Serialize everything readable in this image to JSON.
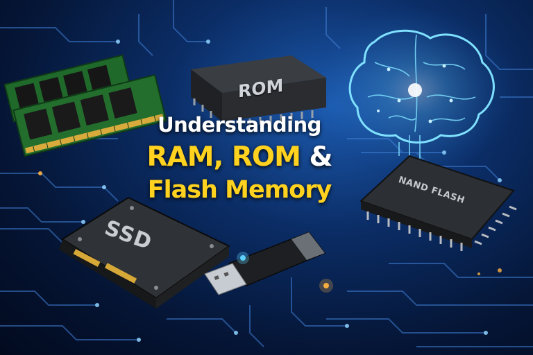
{
  "title": {
    "line1": "Understanding",
    "line2_main": "RAM, ROM ",
    "line2_amp": "&",
    "line3": "Flash Memory"
  },
  "labels": {
    "rom": "ROM",
    "ssd": "SSD",
    "nand": "NAND FLASH"
  },
  "colors": {
    "title_accent": "#ffd21f",
    "background": "#0b2d66",
    "glow": "#5ec8ff",
    "pcb_green": "#1f6a2a"
  },
  "icons": [
    "ram-module-icon",
    "rom-chip-icon",
    "brain-icon",
    "nand-flash-chip-icon",
    "ssd-drive-icon",
    "usb-flash-drive-icon"
  ]
}
